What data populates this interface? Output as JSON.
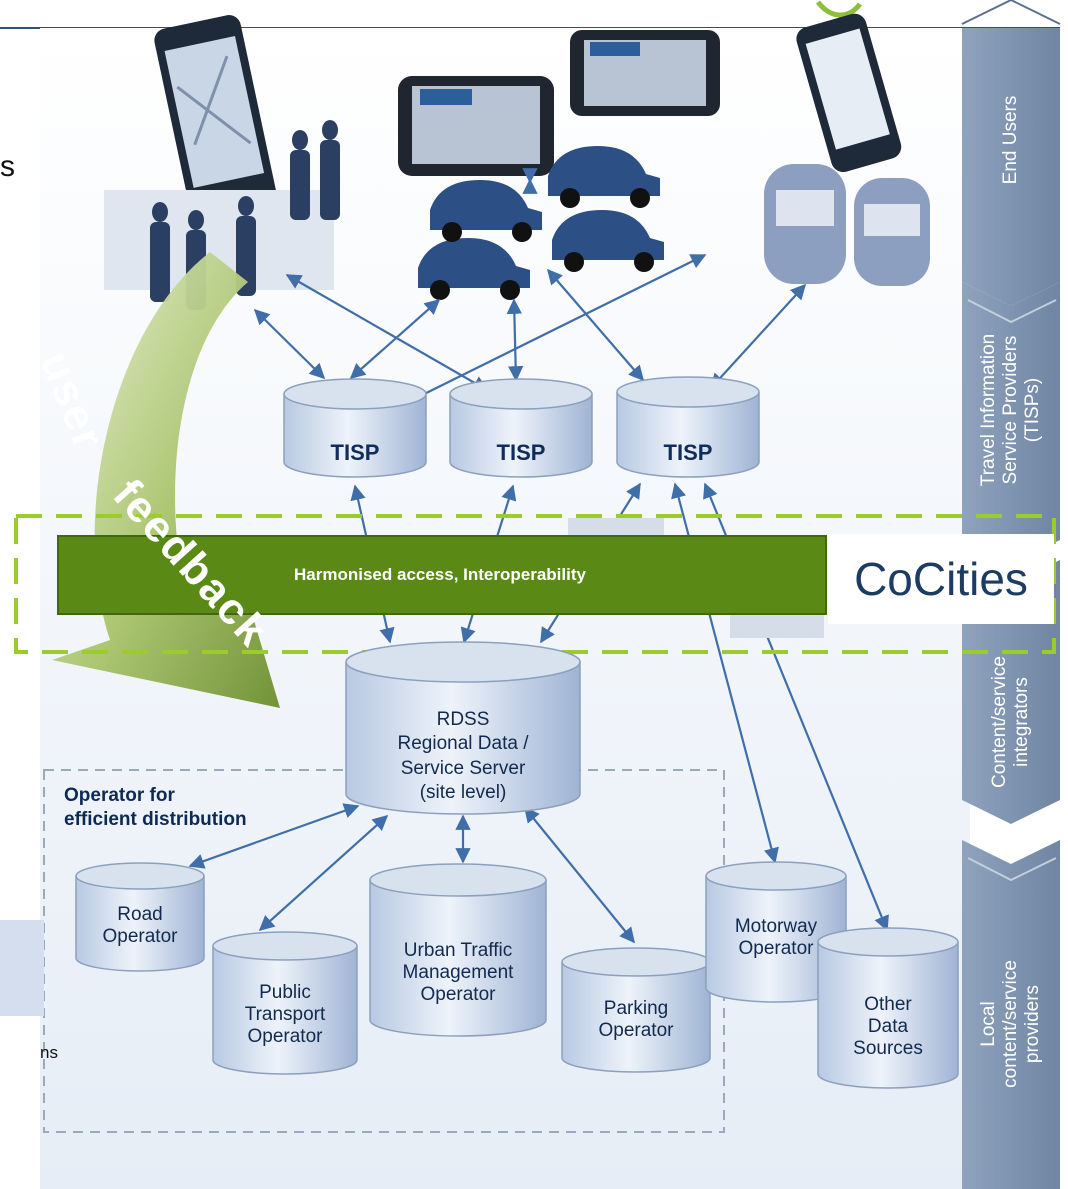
{
  "edge": {
    "s": "s",
    "ns": "ns"
  },
  "feedback": {
    "word1": "user",
    "word2": "feedback"
  },
  "tisps": [
    "TISP",
    "TISP",
    "TISP"
  ],
  "band": {
    "label": "Harmonised access, Interoperability",
    "color": "#5a8a15"
  },
  "logo": {
    "text": "CoCities",
    "accent": "#8dbf3a"
  },
  "rdss": {
    "lines": [
      "RDSS",
      "Regional Data /",
      "Service Server",
      "(site level)"
    ]
  },
  "operator_region": {
    "lines": [
      "Operator for",
      "efficient distribution"
    ]
  },
  "operators": [
    {
      "lines": [
        "Road",
        "Operator"
      ]
    },
    {
      "lines": [
        "Public",
        "Transport",
        "Operator"
      ]
    },
    {
      "lines": [
        "Urban Traffic",
        "Management",
        "Operator"
      ]
    },
    {
      "lines": [
        "Parking",
        "Operator"
      ]
    },
    {
      "lines": [
        "Motorway",
        "Operator"
      ]
    },
    {
      "lines": [
        "Other",
        "Data",
        "Sources"
      ]
    }
  ],
  "tiers": [
    {
      "lines": [
        "End Users"
      ]
    },
    {
      "lines": [
        "Travel Information",
        "Service Providers",
        "(TISPs)"
      ]
    },
    {
      "lines": [
        "Content/service",
        "integrators"
      ]
    },
    {
      "lines": [
        "Local",
        "content/service",
        "providers"
      ]
    }
  ],
  "icons": [
    "smartphone-icon",
    "gps-device-icon",
    "car-icon",
    "train-icon",
    "people-silhouettes-icon"
  ],
  "colors": {
    "arrow": "#3f6ea8",
    "frame": "#9ccc2c",
    "side_band": "#7b90ad"
  }
}
